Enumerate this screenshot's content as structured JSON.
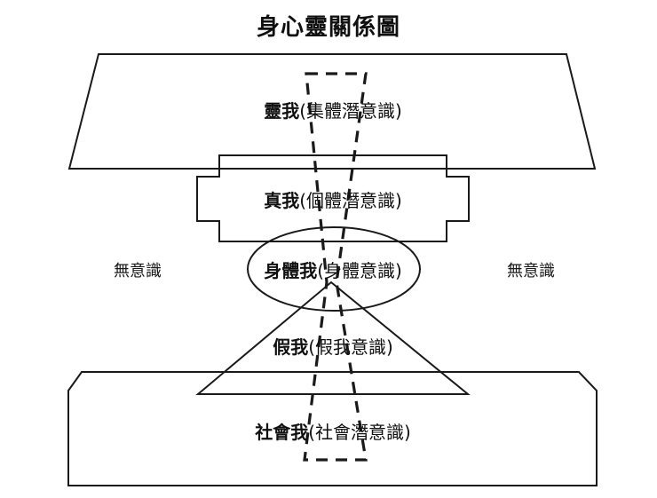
{
  "title": "身心靈關係圖",
  "diagram": {
    "type": "concentric-self-model",
    "stroke_color": "#1a1a1a",
    "background_color": "#ffffff",
    "layers": [
      {
        "id": "spirit-self",
        "shape": "trapezoid",
        "name": "靈我",
        "qualifier": "(集體潛意識)"
      },
      {
        "id": "true-self",
        "shape": "notched-cross-rectangle",
        "name": "真我",
        "qualifier": "(個體潛意識)"
      },
      {
        "id": "body-self",
        "shape": "ellipse",
        "name": "身體我",
        "qualifier": "(身體意識)"
      },
      {
        "id": "false-self",
        "shape": "triangle",
        "name": "假我",
        "qualifier": "(假我意識)"
      },
      {
        "id": "social-self",
        "shape": "chamfered-rectangle",
        "name": "社會我",
        "qualifier": "(社會潛意識)"
      }
    ],
    "side_labels": {
      "left": "無意識",
      "right": "無意識"
    },
    "overlay": {
      "id": "unconscious-axis",
      "style": "dashed",
      "description": "穿越各層的虛線沙漏形"
    }
  }
}
